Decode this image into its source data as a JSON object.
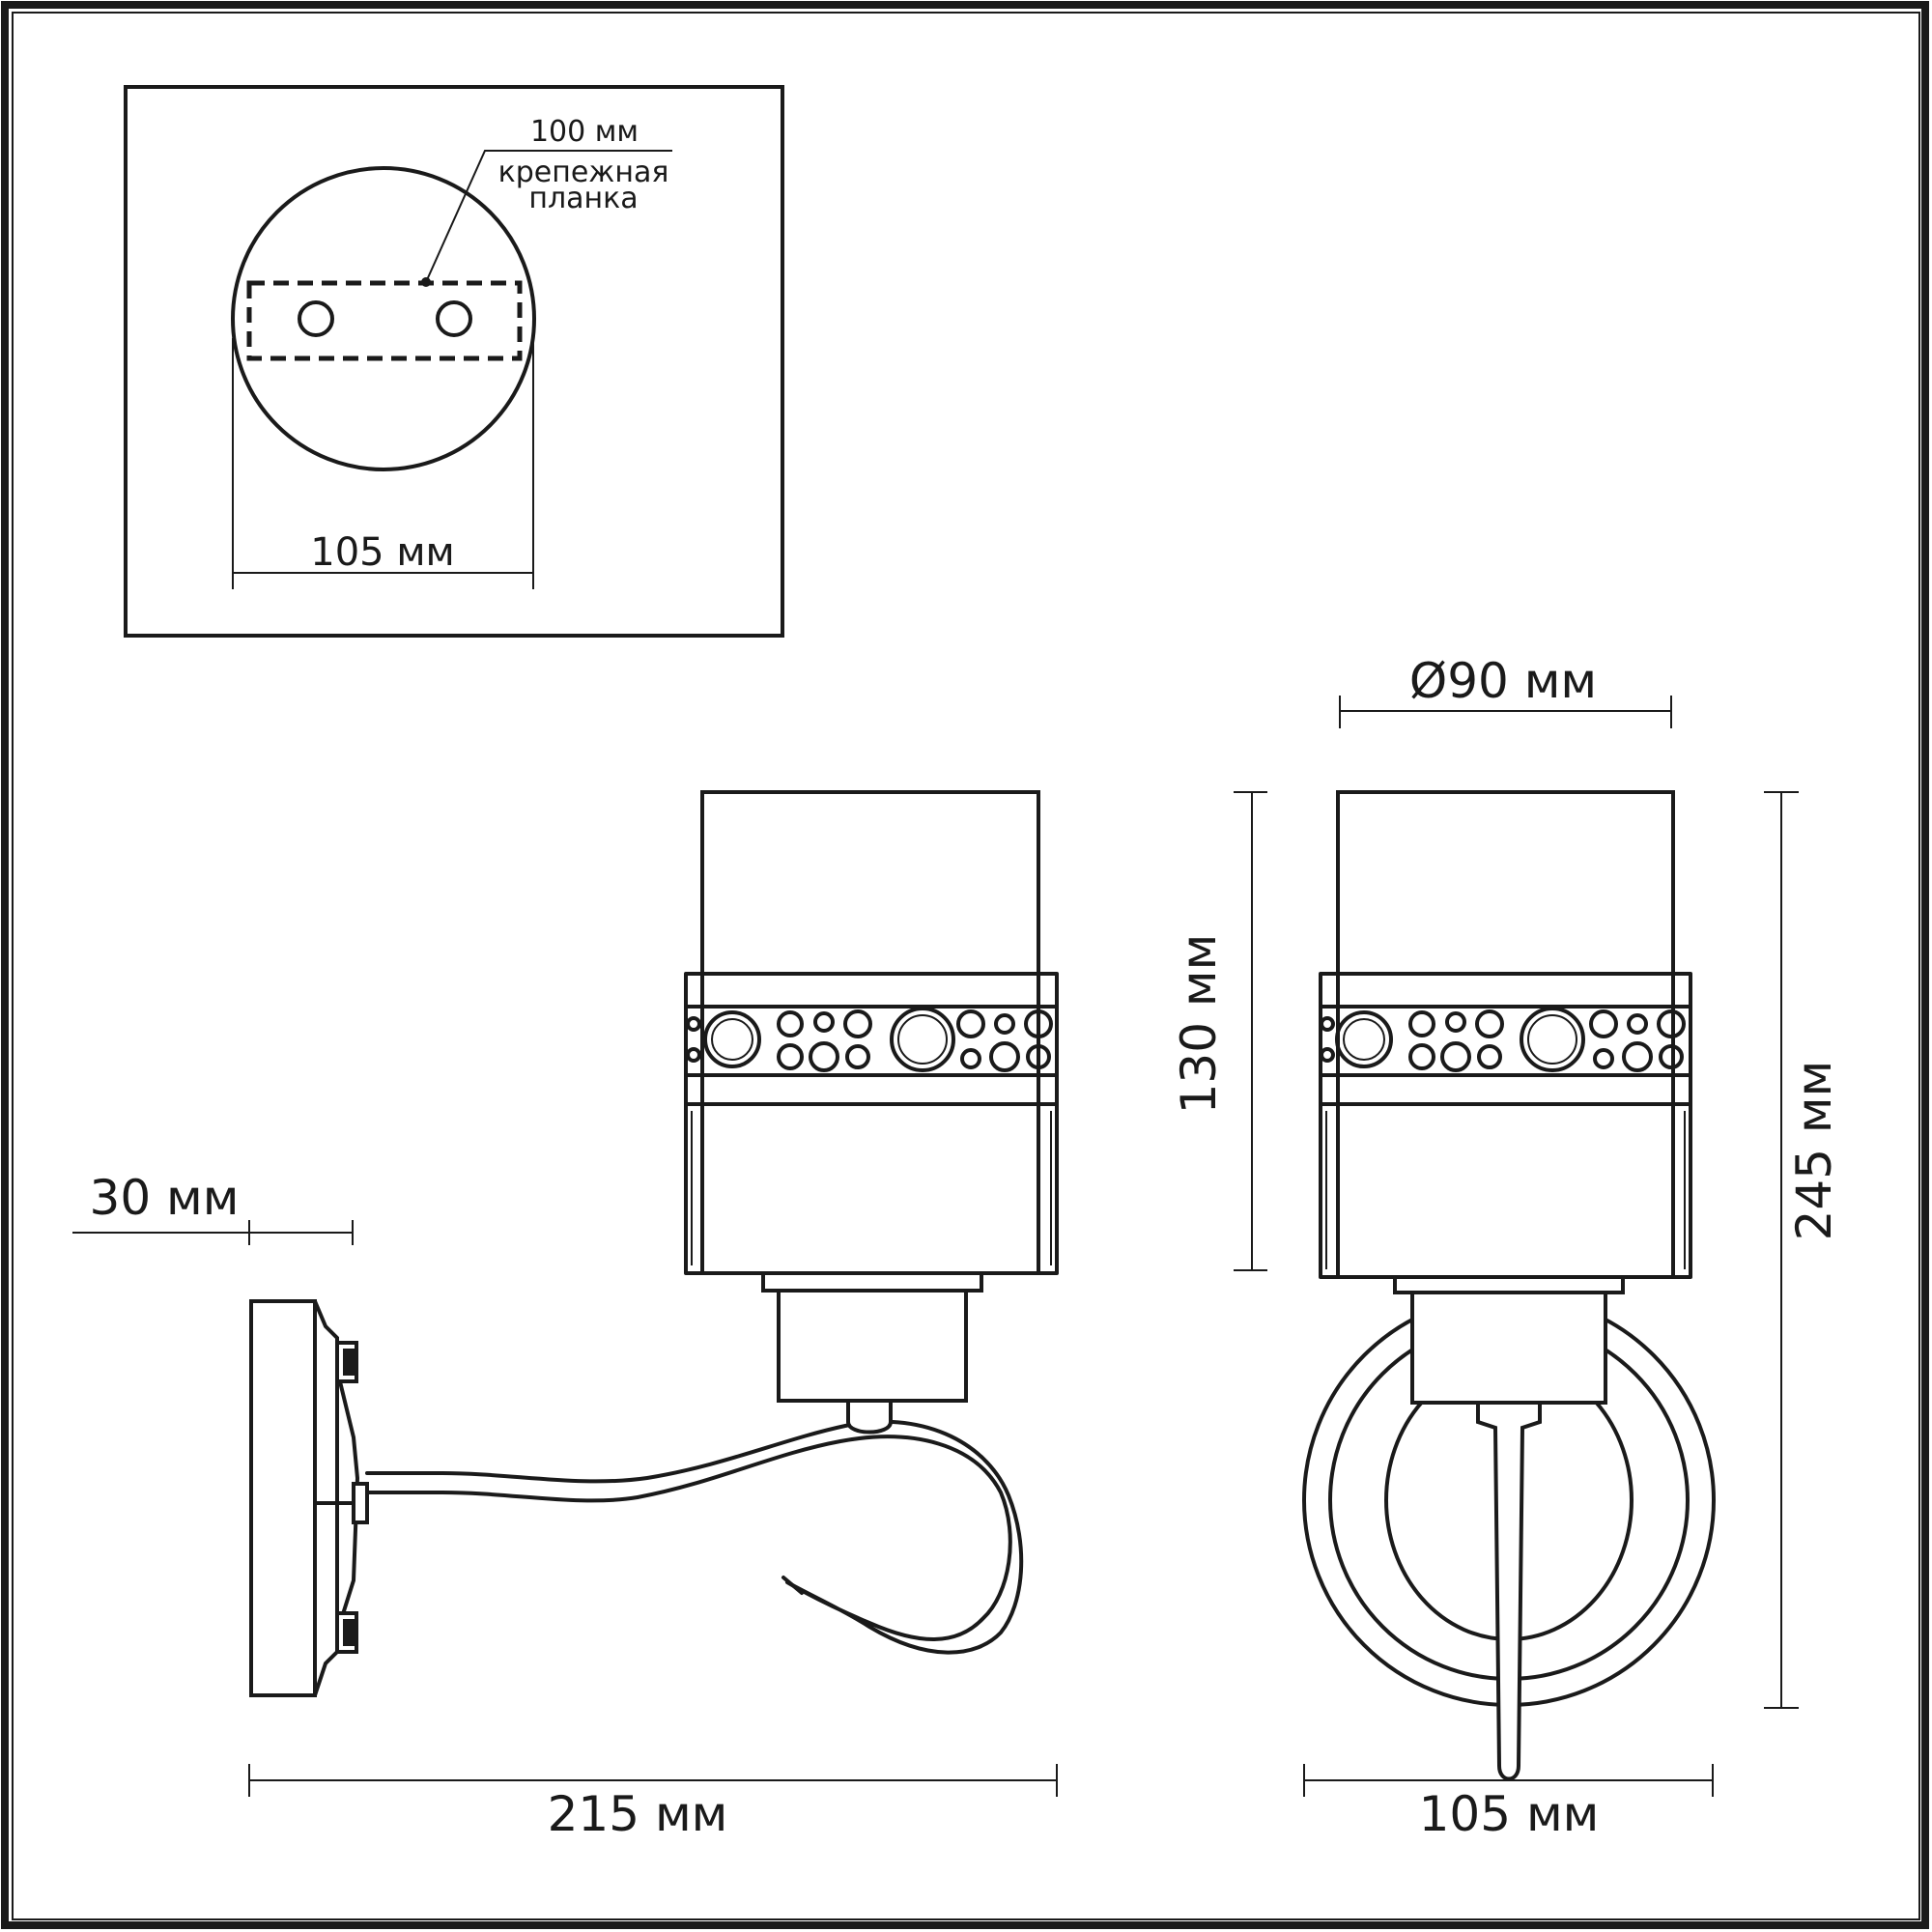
{
  "inset": {
    "width_label": "105 мм",
    "bar_length_label": "100 мм",
    "bar_name_line1": "крепежная",
    "bar_name_line2": "планка"
  },
  "side_view": {
    "backplate_depth_label": "30 мм",
    "total_length_label": "215 мм"
  },
  "front_view": {
    "shade_diameter_label": "Ø90 мм",
    "shade_height_label": "130 мм",
    "total_height_label": "245 мм",
    "width_label": "105 мм"
  }
}
